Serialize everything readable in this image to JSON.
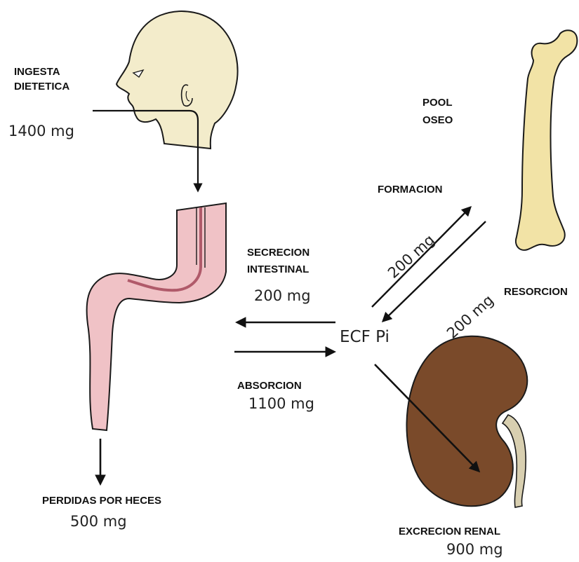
{
  "intake": {
    "label_line1": "INGESTA",
    "label_line2": "DIETETICA",
    "amount": "1400 mg"
  },
  "bone": {
    "label_line1": "POOL",
    "label_line2": "OSEO"
  },
  "formation": {
    "label": "FORMACION",
    "amount": "200 mg"
  },
  "resorption": {
    "label": "RESORCION",
    "amount": "200 mg"
  },
  "secretion": {
    "label_line1": "SECRECION",
    "label_line2": "INTESTINAL",
    "amount": "200 mg"
  },
  "ecf": {
    "label": "ECF Pi"
  },
  "absorption": {
    "label": "ABSORCION",
    "amount": "1100 mg"
  },
  "feces": {
    "label": "PERDIDAS POR HECES",
    "amount": "500 mg"
  },
  "renal": {
    "label": "EXCRECION RENAL",
    "amount": "900 mg"
  },
  "colors": {
    "skin": "#f3eccb",
    "bone": "#f2e3a6",
    "colon": "#f0c2c6",
    "colon_dark": "#b05a6a",
    "kidney": "#7a4a2a",
    "ureter": "#d8cfb0",
    "arrow": "#111111"
  }
}
